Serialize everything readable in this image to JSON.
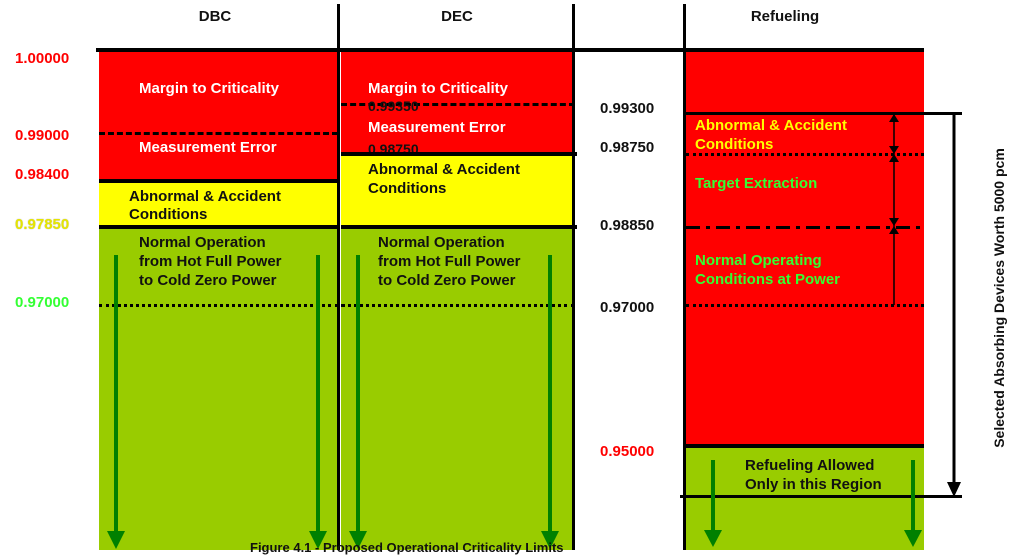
{
  "headers": {
    "dbc": "DBC",
    "dec": "DEC",
    "refueling": "Refueling"
  },
  "left_axis": {
    "v1": "1.00000",
    "v2": "0.99000",
    "v3": "0.98400",
    "v4": "0.97850",
    "v5": "0.97000"
  },
  "dbc": {
    "margin": "Margin to Criticality",
    "measurement": "Measurement Error",
    "abnormal_line1": "Abnormal & Accident",
    "abnormal_line2": "Conditions",
    "normal_line1": "Normal Operation",
    "normal_line2": "from Hot Full Power",
    "normal_line3": "to Cold Zero Power"
  },
  "dec": {
    "margin": "Margin to Criticality",
    "value1": "0.99350",
    "measurement": "Measurement Error",
    "value2": "0.98750",
    "abnormal_line1": "Abnormal & Accident",
    "abnormal_line2": "Conditions",
    "normal_line1": "Normal Operation",
    "normal_line2": "from Hot Full Power",
    "normal_line3": "to Cold Zero Power"
  },
  "middle_axis": {
    "v1": "0.99300",
    "v2": "0.98750",
    "v3": "0.98850",
    "v4": "0.97000",
    "v5": "0.95000"
  },
  "refueling": {
    "abnormal_line1": "Abnormal & Accident",
    "abnormal_line2": "Conditions",
    "target": "Target Extraction",
    "normal_line1": "Normal Operating",
    "normal_line2": "Conditions at Power",
    "allowed_line1": "Refueling Allowed",
    "allowed_line2": "Only in this Region"
  },
  "side_label": "Selected Absorbing Devices Worth 5000 pcm",
  "caption": "Figure 4.1 - Proposed Operational Criticality Limits",
  "colors": {
    "red": "#ff0000",
    "yellow": "#ffff00",
    "green": "#99cc00",
    "arrow_green": "#008000",
    "label_red": "#ff0000",
    "label_green": "#33ff33",
    "label_yellow": "#cccc00"
  }
}
